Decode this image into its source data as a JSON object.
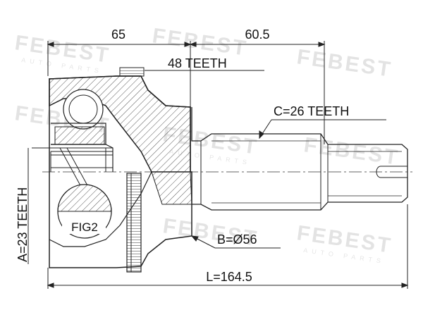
{
  "dimensions": {
    "housing_length": "65",
    "shaft_length": "60.5",
    "outer_teeth": "48 TEETH",
    "shaft_spline": "C=26 TEETH",
    "inner_spline": "A=23 TEETH",
    "figure_ref": "FIG2",
    "outer_diameter": "B=Ø56",
    "total_length": "L=164.5"
  },
  "watermark": {
    "brand": "FEBEST",
    "sub": "AUTO PARTS"
  },
  "colors": {
    "line": "#222222",
    "hatch": "#555555",
    "watermark": "#e3e3e3"
  }
}
